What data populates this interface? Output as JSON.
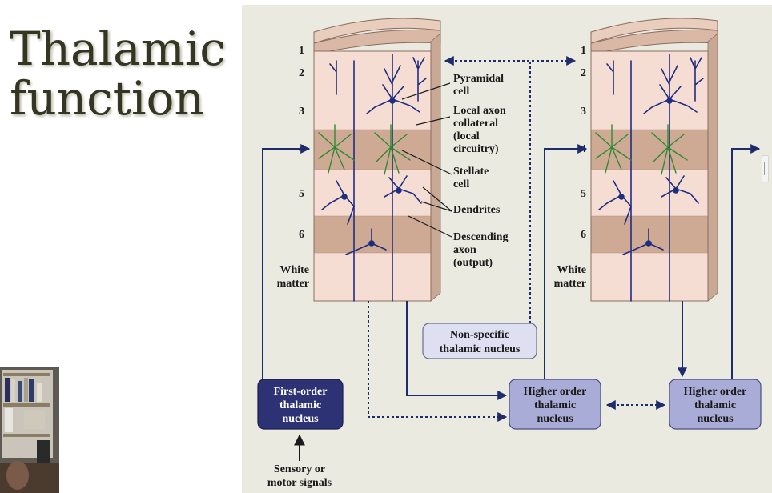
{
  "slide": {
    "title_line1": "Thalamic",
    "title_line2": "function"
  },
  "figure": {
    "layer_numbers": [
      "1",
      "2",
      "3",
      "4",
      "5",
      "6"
    ],
    "white_matter": [
      "White",
      "matter"
    ],
    "callouts": {
      "pyramidal": [
        "Pyramidal",
        "cell"
      ],
      "local_axon": [
        "Local axon",
        "collateral",
        "(local",
        "circuitry)"
      ],
      "stellate": [
        "Stellate",
        "cell"
      ],
      "dendrites": [
        "Dendrites"
      ],
      "descending": [
        "Descending",
        "axon",
        "(output)"
      ]
    },
    "boxes": {
      "non_specific": [
        "Non-specific",
        "thalamic nucleus"
      ],
      "first_order": [
        "First-order",
        "thalamic",
        "nucleus"
      ],
      "higher_order": [
        "Higher order",
        "thalamic",
        "nucleus"
      ],
      "sensory": [
        "Sensory or",
        "motor signals"
      ]
    },
    "colors": {
      "pyramidal_neuron": "#1f2d80",
      "stellate_neuron": "#2f8a33",
      "first_order_box": "#2c3274",
      "higher_order_box": "#a9acd6",
      "non_specific_box": "#dedff0",
      "arrow": "#1e2b6c",
      "layer_light": "#f5ddd4",
      "layer_dark": "#ceaa94"
    }
  }
}
